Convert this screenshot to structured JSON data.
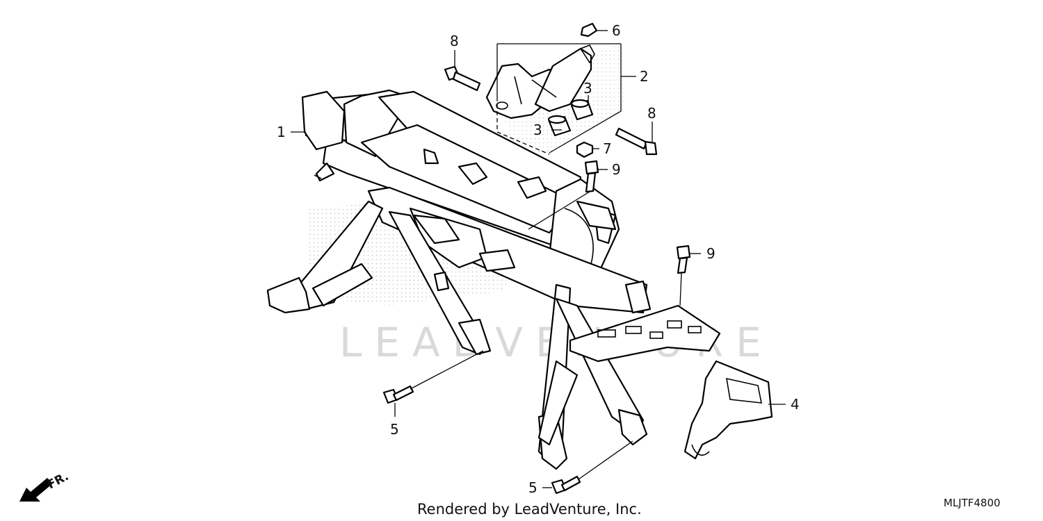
{
  "callouts": [
    "1",
    "2",
    "3",
    "3",
    "4",
    "5",
    "5",
    "6",
    "7",
    "8",
    "8",
    "9",
    "9"
  ],
  "footer": {
    "credit": "Rendered by LeadVenture, Inc.",
    "diagram_code": "MLJTF4800"
  },
  "watermark": "LEADVENTURE",
  "direction_label": "FR."
}
